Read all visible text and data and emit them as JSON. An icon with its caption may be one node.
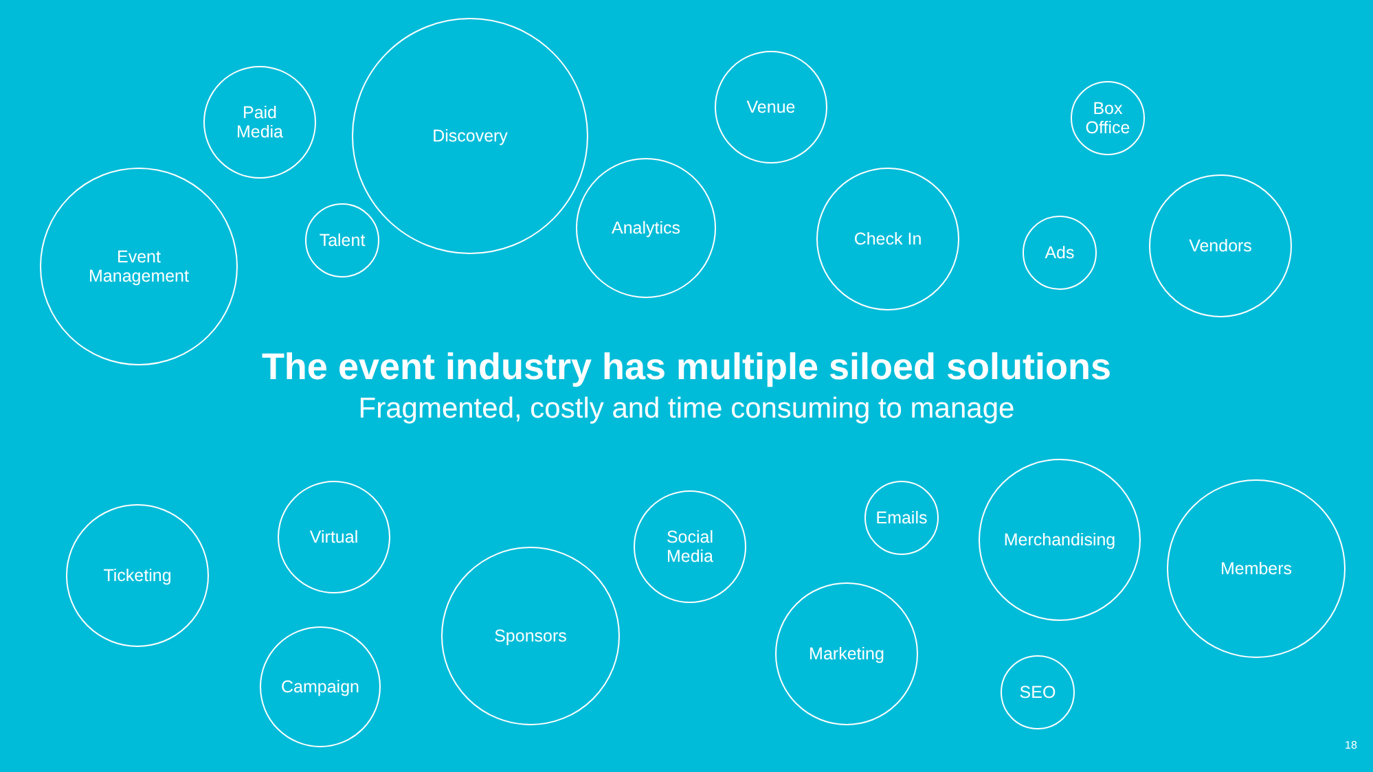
{
  "diagram": {
    "title": "The event industry has multiple siloed solutions",
    "nodes": [
      {
        "text": [
          "Event Management"
        ]
      },
      {
        "text": [
          "Paid Media"
        ]
      },
      {
        "text": [
          "Talent"
        ]
      },
      {
        "text": [
          "Discovery"
        ]
      },
      {
        "text": [
          "Analytics"
        ]
      },
      {
        "text": [
          "Venue"
        ]
      },
      {
        "text": [
          "Check In"
        ]
      },
      {
        "text": [
          "Ads"
        ]
      },
      {
        "text": [
          "Box Office"
        ]
      },
      {
        "text": [
          "Vendors"
        ]
      },
      {
        "text": [
          "Ticketing"
        ]
      },
      {
        "text": [
          "Virtual"
        ]
      },
      {
        "text": [
          "Campaign"
        ]
      },
      {
        "text": [
          "Sponsors"
        ]
      },
      {
        "text": [
          "Social Media"
        ]
      },
      {
        "text": [
          "Marketing"
        ]
      },
      {
        "text": [
          "Emails"
        ]
      },
      {
        "text": [
          "SEO"
        ]
      },
      {
        "text": [
          "Merchandising"
        ]
      },
      {
        "text": [
          "Members"
        ]
      }
    ],
    "labels": [
      "Fragmented, costly and time consuming to manage",
      "18"
    ]
  }
}
